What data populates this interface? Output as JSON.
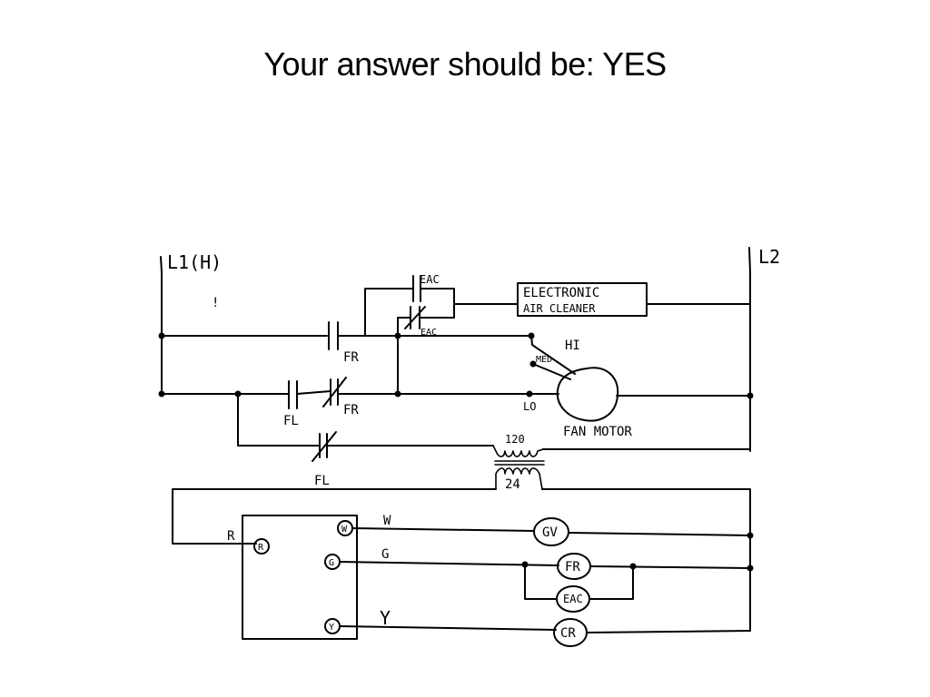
{
  "slide": {
    "title": "Your answer should be:  YES"
  },
  "diagram": {
    "rails": {
      "left": "L1(H)",
      "right": "L2"
    },
    "contacts": {
      "eac_no": "EAC",
      "eac_nc": "EAC",
      "fr_no": "FR",
      "fl_no": "FL",
      "fr_nc": "FR",
      "fl_nc": "FL"
    },
    "loads": {
      "air_cleaner_line1": "ELECTRONIC",
      "air_cleaner_line2": "AIR CLEANER",
      "fan_motor": "FAN MOTOR",
      "tap_hi": "HI",
      "tap_med": "MED",
      "tap_lo": "LO"
    },
    "transformer": {
      "primary": "120",
      "secondary": "24"
    },
    "thermostat": {
      "term_r": "R",
      "term_w": "W",
      "term_g": "G",
      "term_y": "Y",
      "wire_r": "R",
      "wire_w": "W",
      "wire_g": "G",
      "wire_y": "Y"
    },
    "coils": {
      "gv": "GV",
      "fr": "FR",
      "eac": "EAC",
      "cr": "CR"
    }
  }
}
